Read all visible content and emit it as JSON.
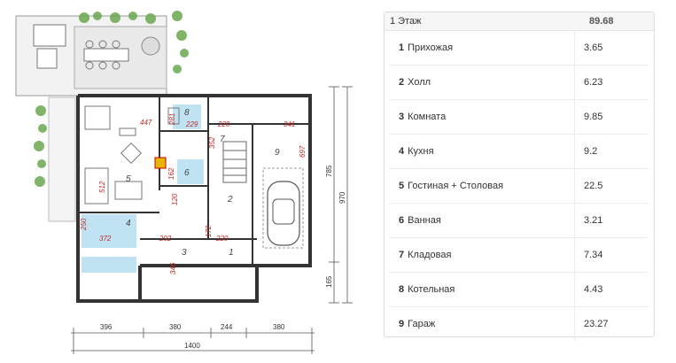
{
  "plan": {
    "rooms": [
      {
        "num": "1"
      },
      {
        "num": "2"
      },
      {
        "num": "3"
      },
      {
        "num": "4"
      },
      {
        "num": "5"
      },
      {
        "num": "6"
      },
      {
        "num": "7"
      },
      {
        "num": "8"
      },
      {
        "num": "9"
      }
    ],
    "room_dims": [
      "447",
      "281",
      "229",
      "220",
      "341",
      "352",
      "697",
      "512",
      "162",
      "120",
      "250",
      "372",
      "292",
      "172",
      "220",
      "346"
    ],
    "bottom_dims": [
      "396",
      "380",
      "244",
      "380"
    ],
    "total_width": "1400",
    "right_dims": [
      "785",
      "970",
      "165"
    ]
  },
  "table": {
    "floor": {
      "label": "1 Этаж",
      "area": "89.68"
    },
    "rooms": [
      {
        "num": "1",
        "name": "Прихожая",
        "area": "3.65"
      },
      {
        "num": "2",
        "name": "Холл",
        "area": "6.23"
      },
      {
        "num": "3",
        "name": "Комната",
        "area": "9.85"
      },
      {
        "num": "4",
        "name": "Кухня",
        "area": "9.2"
      },
      {
        "num": "5",
        "name": "Гостиная + Столовая",
        "area": "22.5"
      },
      {
        "num": "6",
        "name": "Ванная",
        "area": "3.21"
      },
      {
        "num": "7",
        "name": "Кладовая",
        "area": "7.34"
      },
      {
        "num": "8",
        "name": "Котельная",
        "area": "4.43"
      },
      {
        "num": "9",
        "name": "Гараж",
        "area": "23.27"
      }
    ]
  },
  "colors": {
    "wall": "#333333",
    "wet_zone": "#bfe3f2",
    "dimension_red": "#c62828",
    "greenery": "#6aa84f"
  }
}
